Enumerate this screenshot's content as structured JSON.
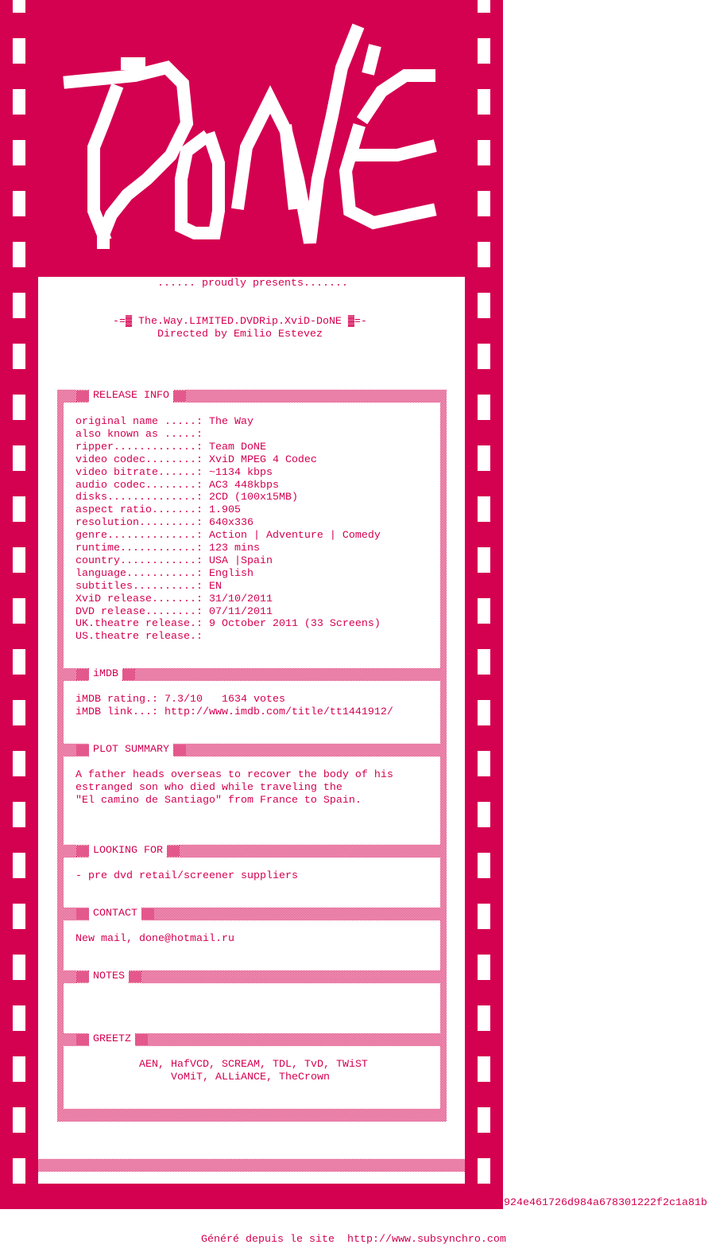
{
  "logo": {
    "text": "DoNE"
  },
  "intro": {
    "presents": "...... proudly presents.......",
    "release_name": "-=▓ The.Way.LIMITED.DVDRip.XviD-DoNE ▓=-",
    "director": "Directed by Emilio Estevez"
  },
  "sections": {
    "release_info": {
      "title": "RELEASE INFO",
      "lines": [
        "original name .....: The Way",
        "also known as .....:",
        "ripper.............: Team DoNE",
        "video codec........: XviD MPEG 4 Codec",
        "video bitrate......: ~1134 kbps",
        "audio codec........: AC3 448kbps",
        "disks..............: 2CD (100x15MB)",
        "aspect ratio.......: 1.905",
        "resolution.........: 640x336",
        "genre..............: Action | Adventure | Comedy",
        "runtime............: 123 mins",
        "country............: USA |Spain",
        "language...........: English",
        "subtitles..........: EN",
        "XviD release.......: 31/10/2011",
        "DVD release........: 07/11/2011",
        "UK.theatre release.: 9 October 2011 (33 Screens)",
        "US.theatre release.:"
      ]
    },
    "imdb": {
      "title": "iMDB",
      "lines": [
        "iMDB rating.: 7.3/10   1634 votes",
        "iMDB link...: http://www.imdb.com/title/tt1441912/"
      ]
    },
    "plot": {
      "title": "PLOT SUMMARY",
      "lines": [
        "A father heads overseas to recover the body of his",
        "estranged son who died while traveling the",
        "\"El camino de Santiago\" from France to Spain."
      ]
    },
    "looking_for": {
      "title": "LOOKING FOR",
      "lines": [
        "- pre dvd retail/screener suppliers"
      ]
    },
    "contact": {
      "title": "CONTACT",
      "lines": [
        "New mail, done@hotmail.ru"
      ]
    },
    "notes": {
      "title": "NOTES",
      "lines": []
    },
    "greetz": {
      "title": "GREETZ",
      "lines": [
        "AEN, HafVCD, SCREAM, TDL, TvD, TWiST",
        "VoMiT, ALLiANCE, TheCrown"
      ]
    }
  },
  "hash": "924e461726d984a678301222f2c1a81b",
  "footer": "Généré depuis le site  http://www.subsynchro.com",
  "colors": {
    "accent": "#d40050"
  }
}
